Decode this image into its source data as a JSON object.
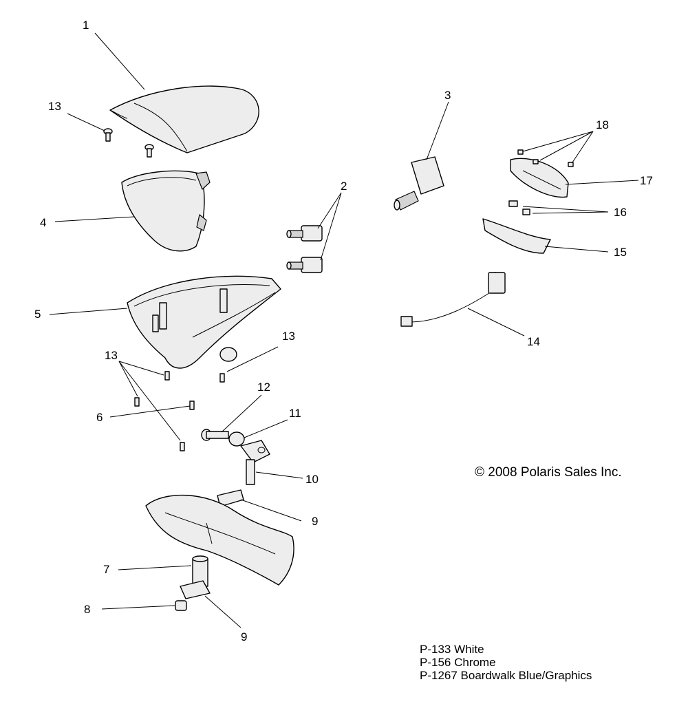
{
  "callouts": {
    "c1": "1",
    "c2": "2",
    "c3": "3",
    "c4": "4",
    "c5": "5",
    "c6": "6",
    "c7": "7",
    "c8": "8",
    "c9a": "9",
    "c9b": "9",
    "c10": "10",
    "c11": "11",
    "c12": "12",
    "c13a": "13",
    "c13b": "13",
    "c13c": "13",
    "c14": "14",
    "c15": "15",
    "c16": "16",
    "c17": "17",
    "c18": "18"
  },
  "copyright": "© 2008 Polaris Sales Inc.",
  "notes": [
    "P-133  White",
    "P-156  Chrome",
    "P-1267 Boardwalk Blue/Graphics"
  ]
}
